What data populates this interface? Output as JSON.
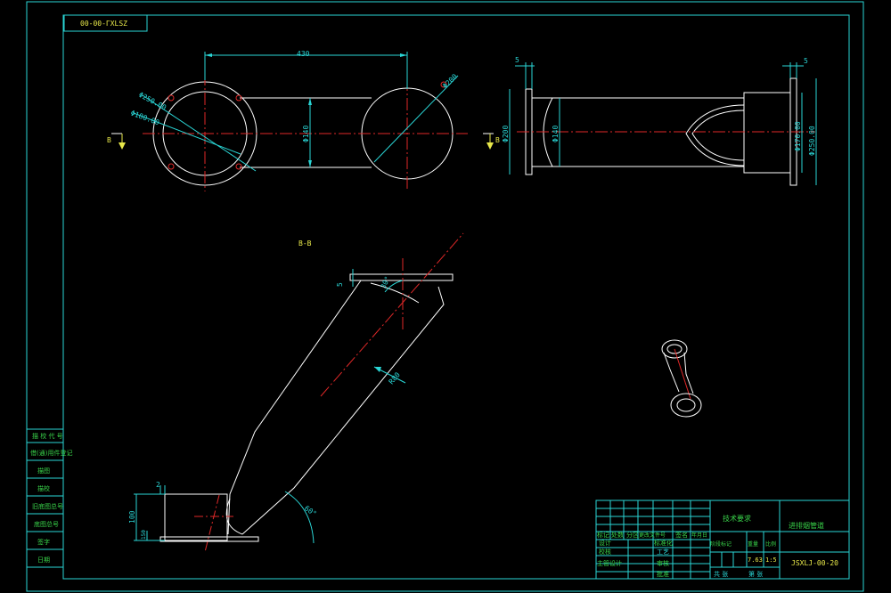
{
  "colors": {
    "background": "#000000",
    "frame": "#2ad6d6",
    "outline": "#ffffff",
    "centerline": "#e02828",
    "dimension": "#2ad6d6",
    "label_green": "#39d34a",
    "label_yellow": "#e8e84a"
  },
  "drawing": {
    "code_box": "00-00-ΓXLSZ",
    "section_label": "B-B",
    "view_marker_left": "B",
    "view_marker_right": "B"
  },
  "dimensions": {
    "top_length": "430",
    "dia_250_left": "Φ250.00",
    "dia_180_left": "Φ180.00",
    "dia_140_left": "Φ140",
    "dia_200_right_top": "Φ200",
    "thk_5_left": "5",
    "dia_200_side": "Φ200",
    "dia_140_side": "Φ140",
    "thk_5_right": "5",
    "dia_170_side": "Φ170.00",
    "dia_250_side": "Φ250.00",
    "sec_5": "5",
    "sec_angle_top": "30°",
    "sec_r": "R80",
    "sec_2": "2",
    "sec_100": "100",
    "sec_150": "150",
    "sec_angle_bot": "60°"
  },
  "left_panel": {
    "rows": [
      "借(通)用件登记",
      "旧底图总号",
      "底图总号",
      "签字",
      "日期"
    ],
    "header": "描 校 代 号",
    "row_top2": "描图",
    "row_top3": "描校"
  },
  "title_block": {
    "tech_req": "技术要求",
    "part_name": "进排烟管道",
    "drawing_no": "JSXLJ-00-20",
    "scale": "1:5",
    "weight": "7.63",
    "row_mark": "标记",
    "row_count": "处数",
    "row_zone": "分区",
    "row_docno": "更改文件号",
    "row_sign": "签名",
    "row_date": "年月日",
    "design": "设计",
    "std": "标准化",
    "check": "校核",
    "process": "工艺",
    "chief": "主管设计",
    "review": "审核",
    "approve": "批准",
    "stage": "阶段标记",
    "wt": "重量",
    "ratio": "比例",
    "sheets": "共 张",
    "sheet": "第 张"
  }
}
